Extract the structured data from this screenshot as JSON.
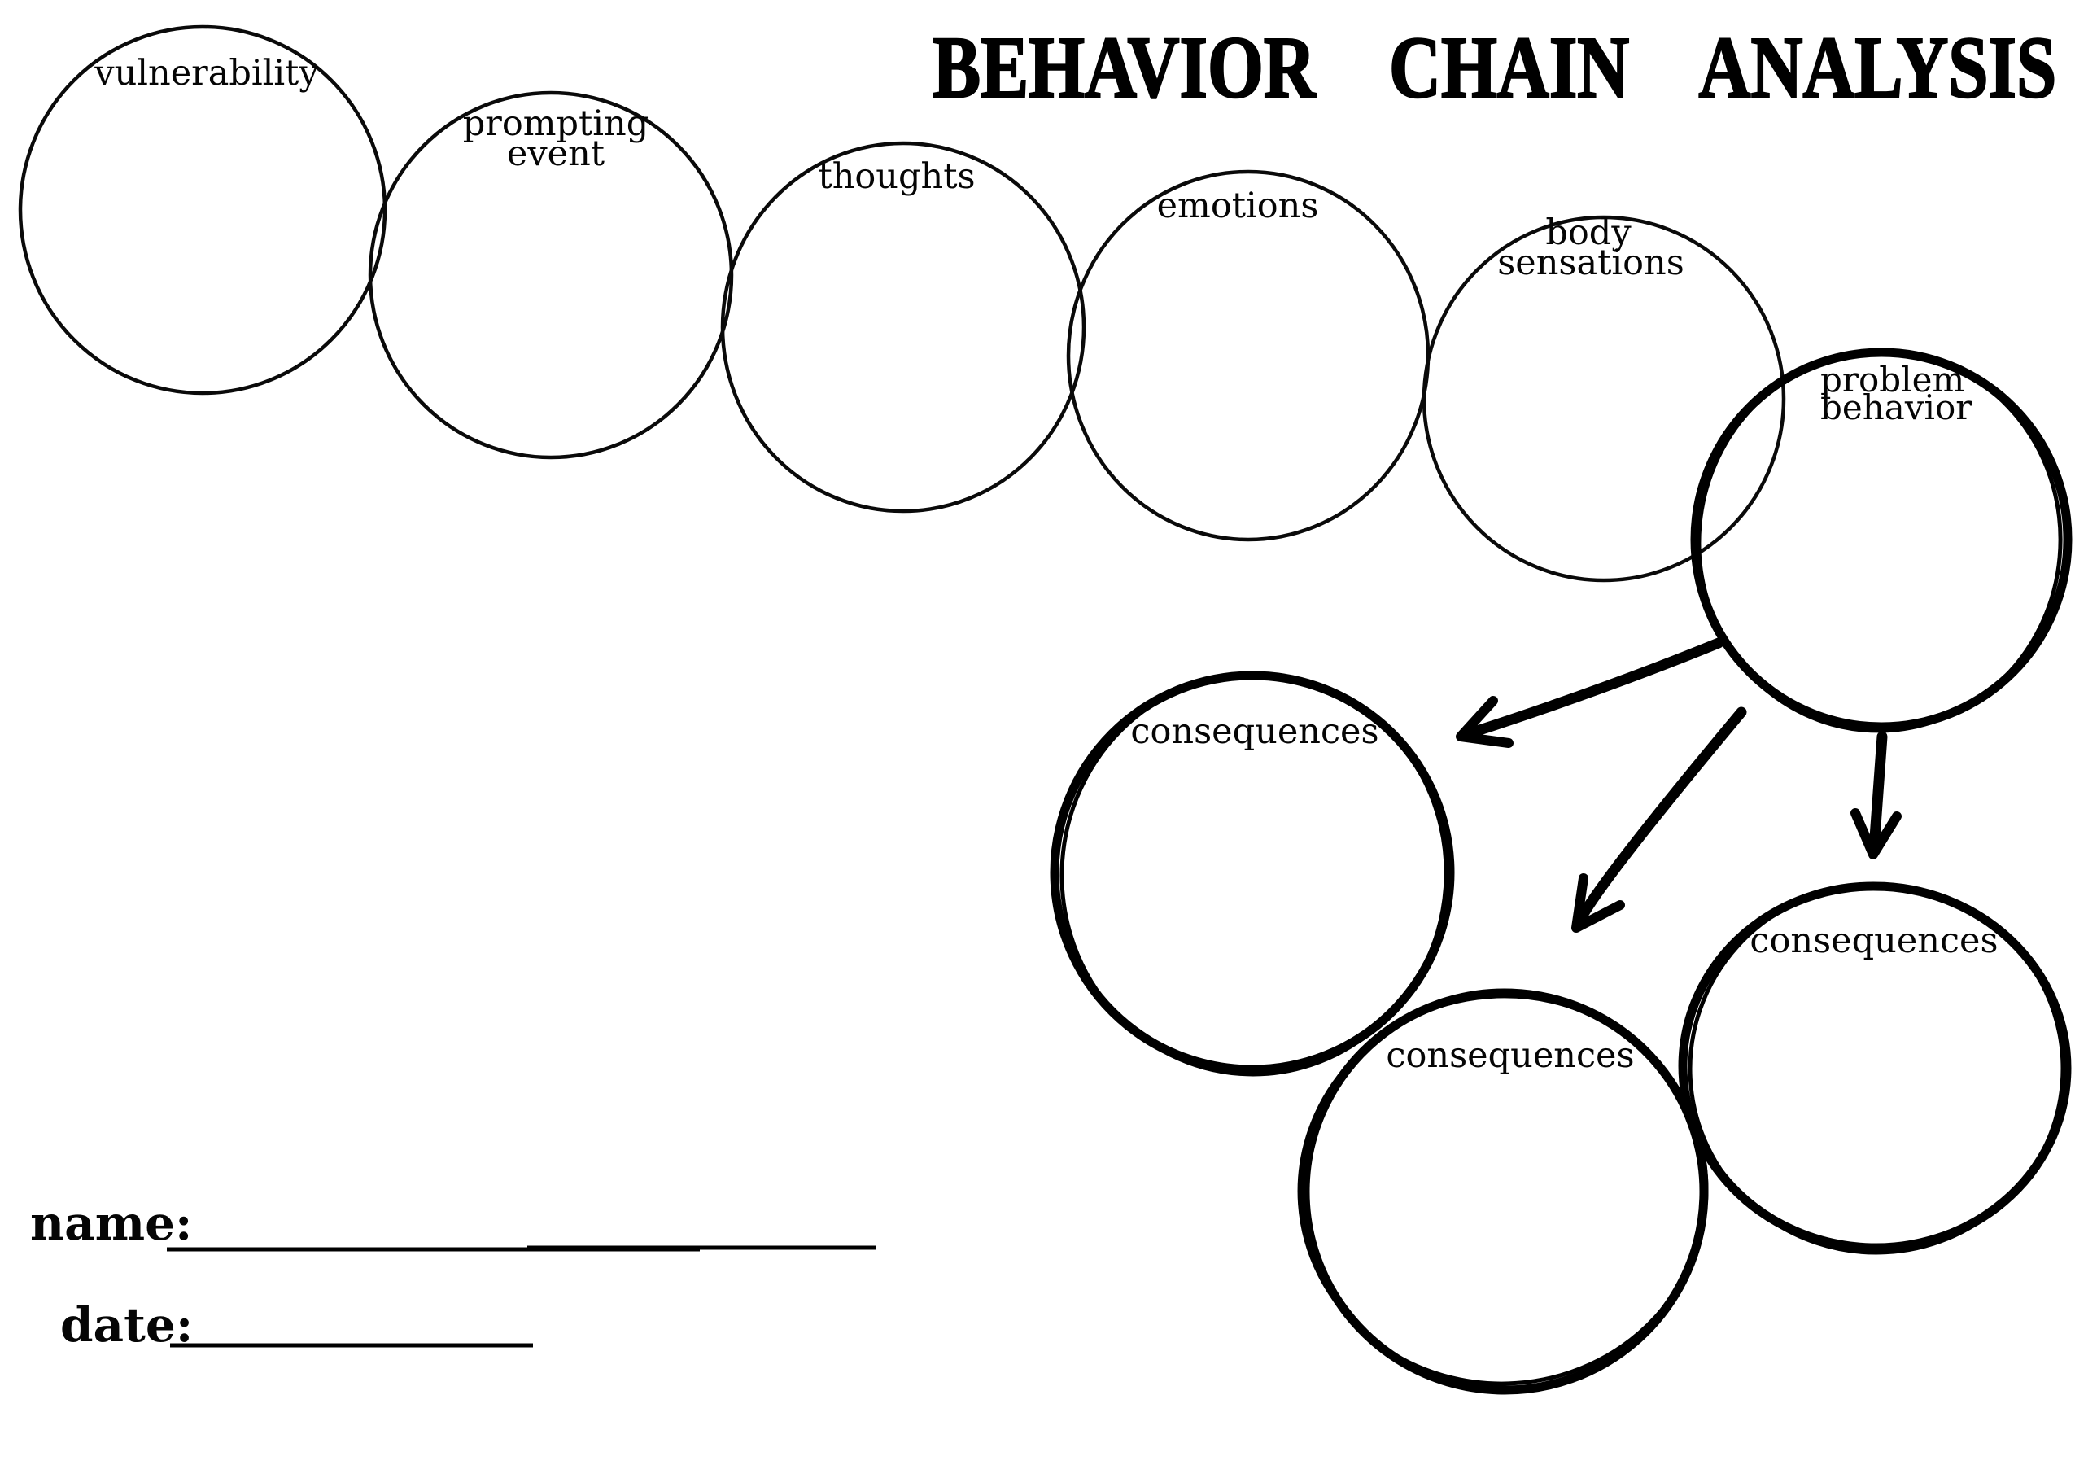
{
  "title": "BEHAVIOR CHAIN ANALYSIS",
  "colors": {
    "ink": "#000000",
    "paper": "#ffffff"
  },
  "chain": [
    {
      "id": "vulnerability",
      "label": "vulnerability"
    },
    {
      "id": "prompting-event",
      "line1": "prompting",
      "line2": "event"
    },
    {
      "id": "thoughts",
      "label": "thoughts"
    },
    {
      "id": "emotions",
      "label": "emotions"
    },
    {
      "id": "body-sensations",
      "line1": "body",
      "line2": "sensations"
    },
    {
      "id": "problem-behavior",
      "line1": "problem",
      "line2": "behavior"
    }
  ],
  "consequences": [
    {
      "label": "consequences"
    },
    {
      "label": "consequences"
    },
    {
      "label": "consequences"
    }
  ],
  "form": {
    "name_label": "name:",
    "name_value": "",
    "date_label": "date:",
    "date_value": ""
  }
}
